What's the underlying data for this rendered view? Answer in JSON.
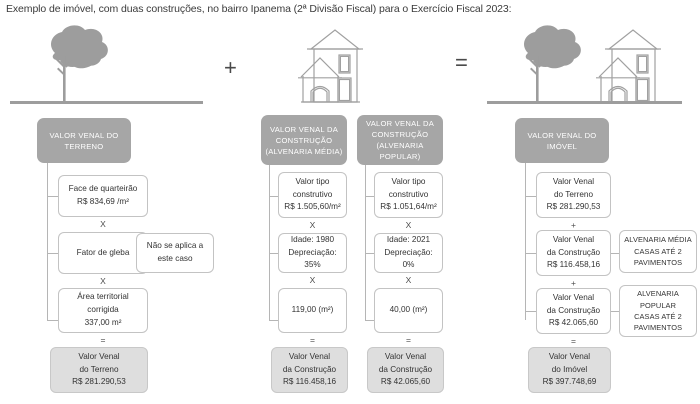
{
  "caption": "Exemplo de imóvel, com duas construções, no bairro Ipanema (2ª Divisão Fiscal) para o Exercício Fiscal 2023:",
  "illustration": {
    "plus_symbol": "+",
    "equals_symbol": "=",
    "tree_icon": "tree-icon",
    "house_icon": "house-icon"
  },
  "columns": {
    "terreno": {
      "header": "VALOR VENAL DO TERRENO",
      "header_line1": "VALOR VENAL",
      "header_line2": "DO TERRENO",
      "items": [
        {
          "line1": "Face de quarteirão",
          "line2": "R$ 834,69 /m²",
          "operator_below": "X"
        },
        {
          "line1": "Fator de gleba",
          "line2": "",
          "operator_below": "X",
          "side_note_line1": "Não se aplica a",
          "side_note_line2": "este caso"
        },
        {
          "line1": "Área territorial",
          "line2": "corrigida",
          "line3": "337,00 m²",
          "operator_below": "="
        }
      ],
      "result": {
        "line1": "Valor Venal",
        "line2": "do Terreno",
        "line3": "R$ 281.290,53"
      }
    },
    "construcao_media": {
      "header_line1": "VALOR VENAL",
      "header_line2": "DA CONSTRUÇÃO",
      "header_line3": "(ALVENARIA MÉDIA)",
      "items": [
        {
          "line1": "Valor tipo",
          "line2": "construtivo",
          "line3": "R$ 1.505,60/m²",
          "operator_below": "X"
        },
        {
          "line1": "Idade: 1980",
          "line2": "Depreciação: 35%",
          "operator_below": "X"
        },
        {
          "line1": "119,00 (m²)",
          "operator_below": "="
        }
      ],
      "result": {
        "line1": "Valor Venal",
        "line2": "da Construção",
        "line3": "R$ 116.458,16"
      }
    },
    "construcao_popular": {
      "header_line1": "VALOR VENAL",
      "header_line2": "DA CONSTRUÇÃO",
      "header_line3": "(ALVENARIA POPULAR)",
      "items": [
        {
          "line1": "Valor tipo",
          "line2": "construtivo",
          "line3": "R$ 1.051,64/m²",
          "operator_below": "X"
        },
        {
          "line1": "Idade: 2021",
          "line2": "Depreciação: 0%",
          "operator_below": "X"
        },
        {
          "line1": "40,00 (m²)",
          "operator_below": "="
        }
      ],
      "result": {
        "line1": "Valor Venal",
        "line2": "da Construção",
        "line3": "R$ 42.065,60"
      }
    },
    "imovel": {
      "header_line1": "VALOR VENAL",
      "header_line2": "DO IMÓVEL",
      "items": [
        {
          "line1": "Valor Venal",
          "line2": "do Terreno",
          "line3": "R$ 281.290,53",
          "operator_below": "+"
        },
        {
          "line1": "Valor Venal",
          "line2": "da Construção",
          "line3": "R$ 116.458,16",
          "operator_below": "+",
          "side_note_line1": "ALVENARIA MÉDIA",
          "side_note_line2": "CASAS ATÉ 2",
          "side_note_line3": "PAVIMENTOS"
        },
        {
          "line1": "Valor Venal",
          "line2": "da Construção",
          "line3": "R$ 42.065,60",
          "operator_below": "=",
          "side_note_line1": "ALVENARIA",
          "side_note_line2": "POPULAR",
          "side_note_line3": "CASAS ATÉ 2",
          "side_note_line4": "PAVIMENTOS"
        }
      ],
      "result": {
        "line1": "Valor Venal",
        "line2": "do Imóvel",
        "line3": "R$ 397.748,69"
      }
    }
  },
  "colors": {
    "header_fill": "#a6a6a6",
    "result_fill": "#dedede",
    "border": "#c3c3c3",
    "illustration": "#9d9d9d",
    "text": "#333333"
  }
}
